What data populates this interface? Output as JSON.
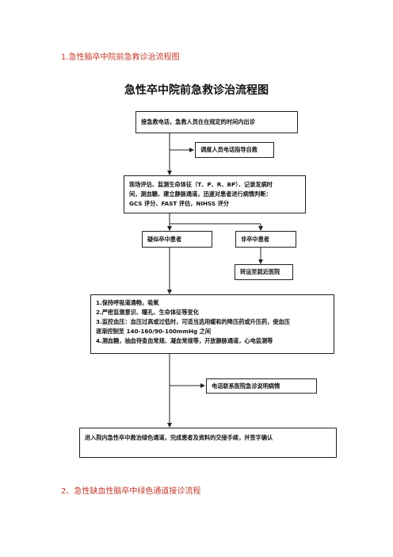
{
  "headings": {
    "section1": "1.急性脑卒中院前急救诊治流程图",
    "section2": "2、急性缺血性脑卒中绿色通道接诊流程"
  },
  "flowchart": {
    "title": "急性卒中院前急救诊治流程图",
    "nodes": {
      "receive_call": [
        "接急救电话，急救人员在在规定的时间内出诊"
      ],
      "dispatcher": [
        "调度人员电话指导自救"
      ],
      "assessment": [
        "现场评估、监测生命体征（T、P、R、BP）、记录发病时",
        "间，测血糖、建立静脉通道，迅速对患者进行病情判断：",
        "GCS 评分、FAST 评估，NIHSS 评分"
      ],
      "suspected_stroke": [
        "疑似卒中患者"
      ],
      "non_stroke": [
        "非卒中患者"
      ],
      "transfer": [
        "转运至就近医院"
      ],
      "treatment": [
        "1.保持呼吸道通畅，吸氧",
        "2.严密监测意识、瞳孔、生命体征等变化",
        "3.监控血压：血压过高或过低时，可适当选用缓和的降压药或升压药，使血压",
        "逐渐控制至 140-160/90-100mmHg 之间",
        "4.测血糖，抽血待查血常规、凝血常规等，开放静脉通道，心电监测等"
      ],
      "phone_hospital": [
        "电话联系医院急诊说明病情"
      ],
      "enter_hospital": [
        "进入院内急性卒中救治绿色通道，完成患者及资料的交接手续，并签字确认"
      ]
    }
  }
}
